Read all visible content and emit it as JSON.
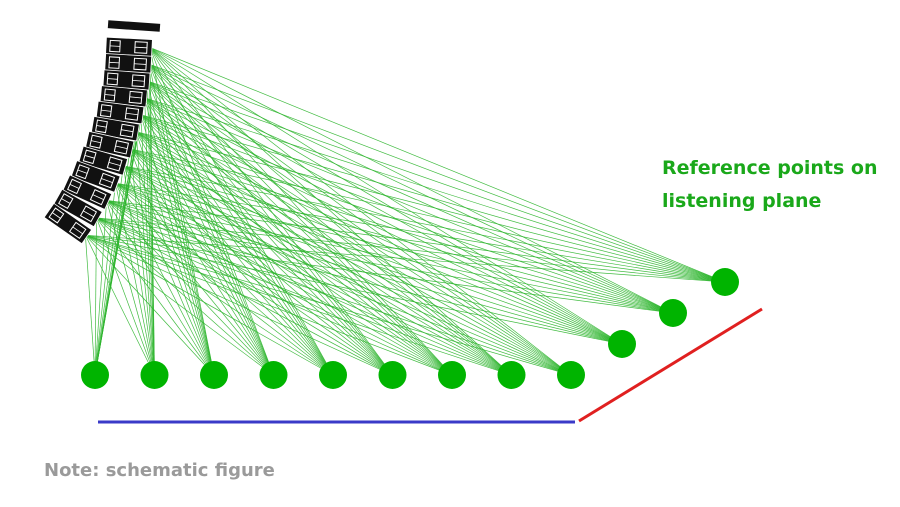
{
  "annotation": {
    "line1": "Reference points on",
    "line2": "listening plane"
  },
  "note": "Note: schematic figure",
  "colors": {
    "rays": "#2db52d",
    "points": "#00b400",
    "label": "#1aa81a",
    "floor_line": "#3a3ac8",
    "rake_line": "#e02020",
    "cabinet": "#111111",
    "note": "#9a9a9a"
  },
  "diagram": {
    "speaker_cabinet_count": 12,
    "floor_point_count": 9,
    "rake_point_count": 3,
    "icons": [
      "line-array-speaker-icon",
      "reference-point-icon"
    ]
  }
}
